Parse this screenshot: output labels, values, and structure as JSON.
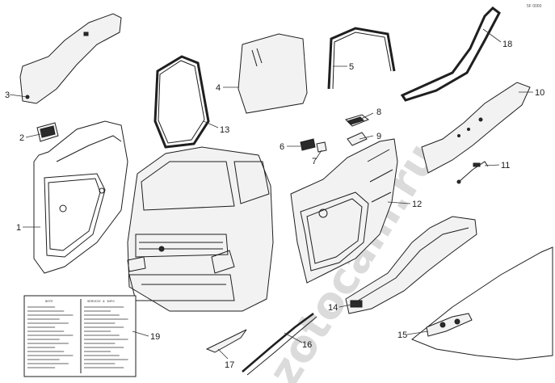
{
  "diagram": {
    "corner_code": "5F 0000",
    "watermark": "zotocam.ru",
    "callouts": [
      {
        "id": "1",
        "label": "1"
      },
      {
        "id": "2",
        "label": "2"
      },
      {
        "id": "3",
        "label": "3"
      },
      {
        "id": "4",
        "label": "4"
      },
      {
        "id": "5",
        "label": "5"
      },
      {
        "id": "6",
        "label": "6"
      },
      {
        "id": "7",
        "label": "7"
      },
      {
        "id": "8",
        "label": "8"
      },
      {
        "id": "9",
        "label": "9"
      },
      {
        "id": "10",
        "label": "10"
      },
      {
        "id": "11",
        "label": "11"
      },
      {
        "id": "12",
        "label": "12"
      },
      {
        "id": "13",
        "label": "13"
      },
      {
        "id": "14",
        "label": "14"
      },
      {
        "id": "15",
        "label": "15"
      },
      {
        "id": "16",
        "label": "16"
      },
      {
        "id": "17",
        "label": "17"
      },
      {
        "id": "18",
        "label": "18"
      },
      {
        "id": "19",
        "label": "19"
      }
    ],
    "label_sheet": {
      "left_heading": "NOTE",
      "right_heading": "SERVICE & INFO"
    }
  }
}
